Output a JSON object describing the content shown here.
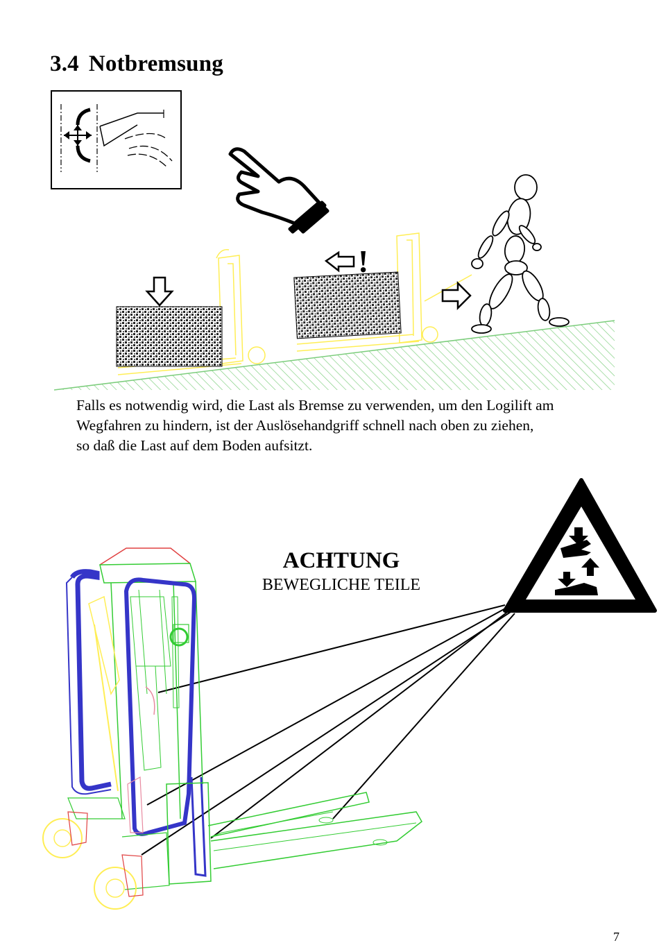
{
  "section": {
    "number": "3.4",
    "title": "Notbremsung"
  },
  "paragraph": [
    "Falls es notwendig wird, die Last als Bremse zu verwenden, um den Logilift am",
    "Wegfahren zu hindern, ist der Auslösehandgriff schnell nach oben zu ziehen,",
    "so daß die Last auf dem Boden aufsitzt."
  ],
  "warning": {
    "title": "ACHTUNG",
    "subtitle": "BEWEGLICHE TEILE",
    "exclamation": "!"
  },
  "page_number": "7",
  "colors": {
    "ground_hatch": "#7ccd7c",
    "lifter_yellow": "#ffee55",
    "frame_blue": "#3535c8",
    "frame_green": "#33cc33",
    "frame_red": "#e04040"
  }
}
